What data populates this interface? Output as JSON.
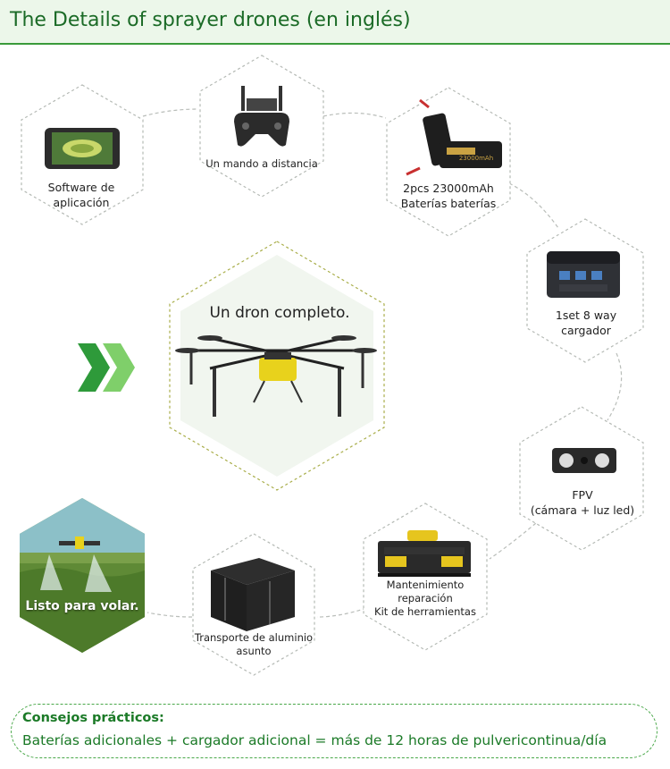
{
  "header": {
    "title": "The Details of sprayer drones (en inglés)"
  },
  "items": {
    "software": {
      "label_line1": "Software de",
      "label_line2": "aplicación"
    },
    "remote": {
      "label_line1": "Un mando a distancia"
    },
    "battery": {
      "label_line1": "2pcs 23000mAh",
      "label_line2": "Baterías baterías",
      "brand_text": "23000mAh"
    },
    "charger": {
      "label_line1": "1set 8 way",
      "label_line2": "cargador"
    },
    "fpv": {
      "label_line1": "FPV",
      "label_line2": "(cámara + luz led)"
    },
    "toolkit": {
      "label_line1": "Mantenimiento",
      "label_line2": "reparación",
      "label_line3": "Kit de herramientas"
    },
    "case": {
      "label_line1": "Transporte de aluminio",
      "label_line2": "asunto"
    },
    "ready": {
      "label": "Listo para volar."
    }
  },
  "center": {
    "title": "Un dron completo."
  },
  "tips": {
    "title": "Consejos prácticos:",
    "text": "Baterías adicionales + cargador adicional = más de 12 horas de pulvericontinua/día"
  },
  "colors": {
    "accent_green": "#3a9b3a",
    "header_bg": "#ecf7ea",
    "text_green": "#1b7a27",
    "hex_fill": "#f4f8f2",
    "drone_yellow": "#e8d21c"
  }
}
